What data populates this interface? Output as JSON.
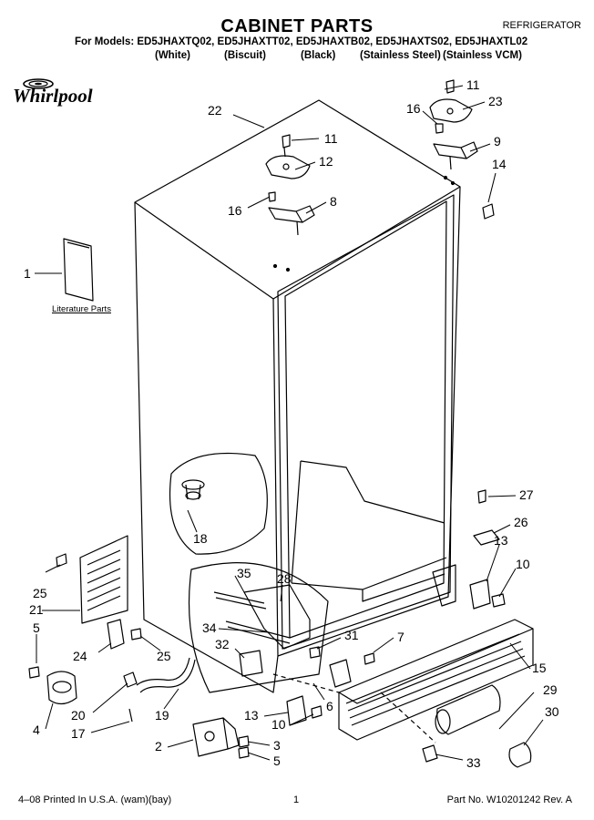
{
  "header": {
    "title": "CABINET PARTS",
    "category": "REFRIGERATOR",
    "models_line": "For Models: ED5JHAXTQ02, ED5JHAXTT02, ED5JHAXTB02, ED5JHAXTS02, ED5JHAXTL02",
    "variants": [
      "(White)",
      "(Biscuit)",
      "(Black)",
      "(Stainless Steel)",
      "(Stainless VCM)"
    ]
  },
  "brand": {
    "name": "Whirlpool",
    "logo_icon": "whirlpool-logo-icon"
  },
  "literature_label": "Literature Parts",
  "callouts": [
    "1",
    "2",
    "3",
    "4",
    "5",
    "6",
    "7",
    "8",
    "9",
    "10",
    "11",
    "12",
    "13",
    "14",
    "15",
    "16",
    "17",
    "18",
    "19",
    "20",
    "21",
    "22",
    "23",
    "24",
    "25",
    "26",
    "27",
    "28",
    "29",
    "30",
    "31",
    "32",
    "33",
    "34",
    "35"
  ],
  "labels": {
    "c11a": "11",
    "c23": "23",
    "c16a": "16",
    "c9": "9",
    "c22": "22",
    "c11b": "11",
    "c12": "12",
    "c14": "14",
    "c16b": "16",
    "c8": "8",
    "c1": "1",
    "c27": "27",
    "c26": "26",
    "c13a": "13",
    "c10a": "10",
    "c18": "18",
    "c25a": "25",
    "c21": "21",
    "c35": "35",
    "c28": "28",
    "c5a": "5",
    "c34": "34",
    "c31": "31",
    "c7": "7",
    "c24": "24",
    "c25b": "25",
    "c32": "32",
    "c15": "15",
    "c29": "29",
    "c20": "20",
    "c19": "19",
    "c4": "4",
    "c17": "17",
    "c13b": "13",
    "c6": "6",
    "c10b": "10",
    "c30": "30",
    "c2": "2",
    "c3": "3",
    "c5b": "5",
    "c33": "33"
  },
  "footer": {
    "printed": "4–08 Printed In U.S.A. (wam)(bay)",
    "page": "1",
    "part_no": "Part No. W10201242 Rev. A"
  }
}
